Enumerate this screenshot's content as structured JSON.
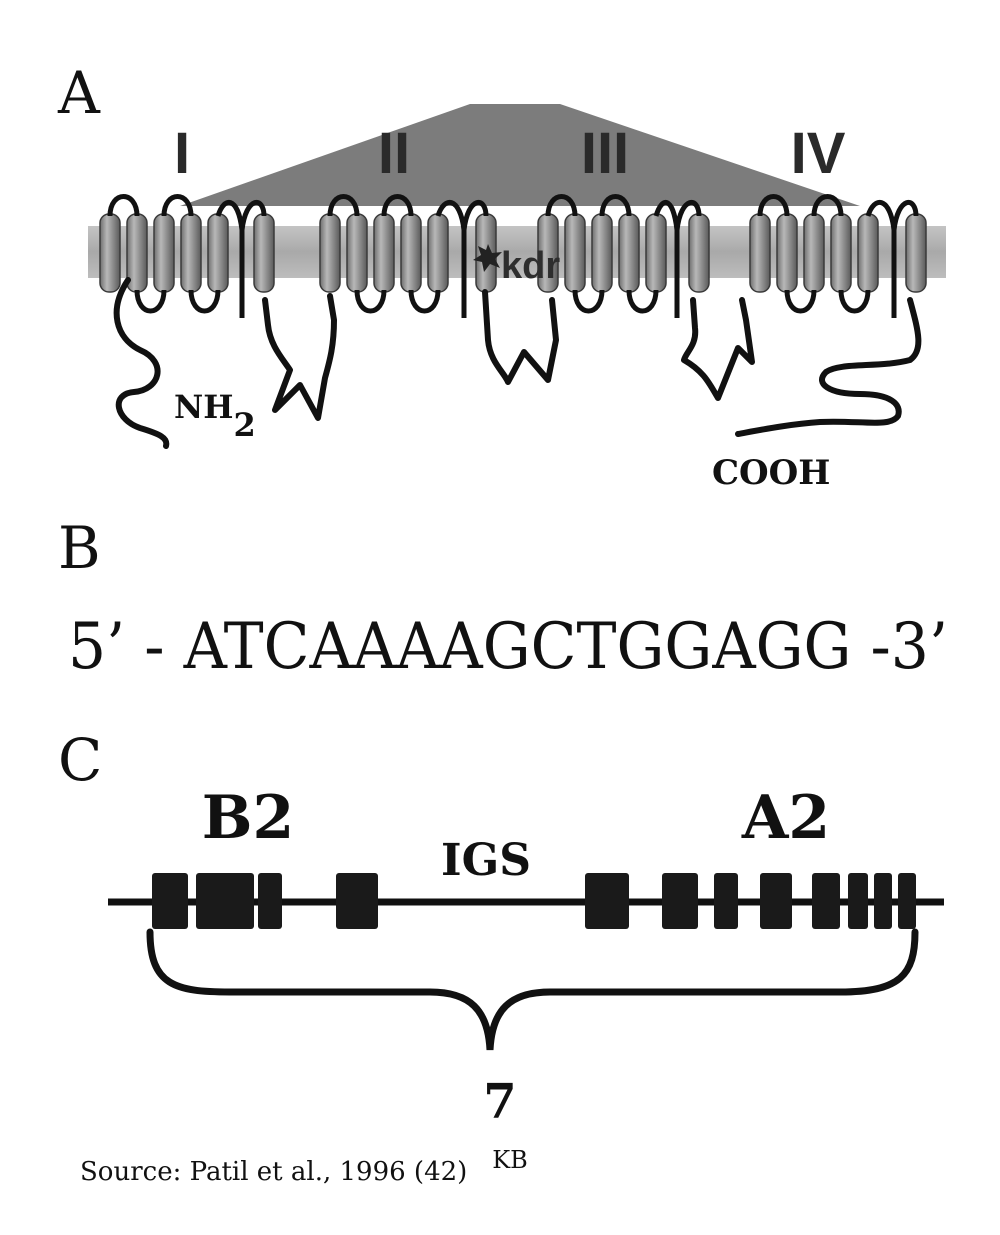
{
  "panel_a": {
    "letter": "A",
    "domains": [
      "I",
      "II",
      "III",
      "IV"
    ],
    "mutation_label": "kdr",
    "n_terminus": "NH",
    "n_terminus_sub": "2",
    "c_terminus": "COOH"
  },
  "panel_b": {
    "letter": "B",
    "sequence": "5’ - ATCAAAAGCTGGAGG -3’"
  },
  "panel_c": {
    "letter": "C",
    "left_label": "B2",
    "middle_label": "IGS",
    "right_label": "A2",
    "size_value": "7",
    "size_unit": "KB"
  },
  "source": "Source: Patil et al., 1996 (42)",
  "colors": {
    "membrane": "#b0b0b0",
    "segment": "#8e8e8e",
    "pore_shade": "#7a7a7a",
    "ink": "#111111"
  }
}
